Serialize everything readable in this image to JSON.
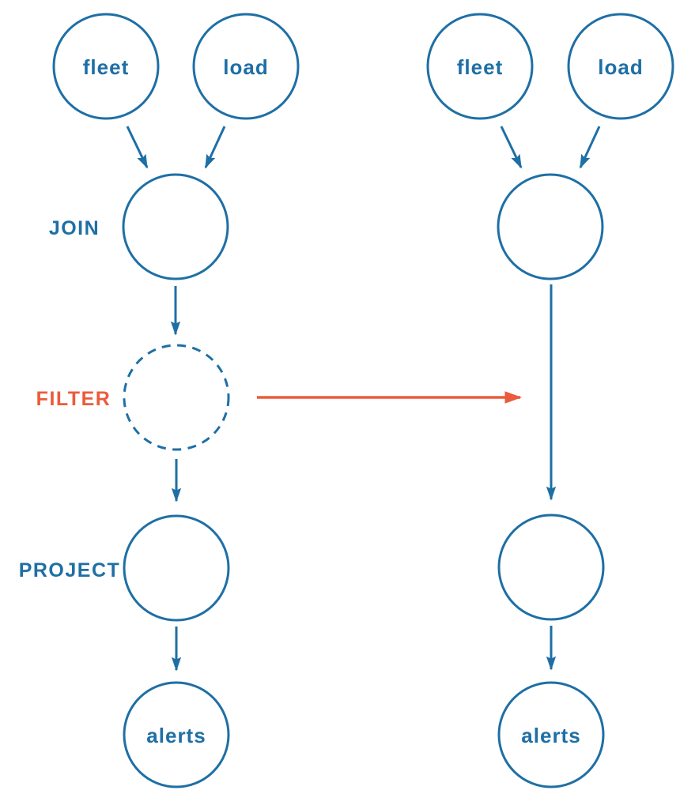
{
  "colors": {
    "blue": "#1e6fa5",
    "orange": "#eb5b3c",
    "background": "#ffffff"
  },
  "diagram": {
    "description": "Two streaming dataflow query plans; orange arrow shows the filtered plan being rewritten without the FILTER operator",
    "left_pipeline": {
      "sources": [
        {
          "label": "fleet"
        },
        {
          "label": "load"
        }
      ],
      "stages": [
        {
          "name": "join",
          "label": "JOIN",
          "style": "solid"
        },
        {
          "name": "filter",
          "label": "FILTER",
          "style": "dashed"
        },
        {
          "name": "project",
          "label": "PROJECT",
          "style": "solid"
        }
      ],
      "sink": {
        "label": "alerts"
      }
    },
    "right_pipeline": {
      "sources": [
        {
          "label": "fleet"
        },
        {
          "label": "load"
        }
      ],
      "stages": [
        {
          "name": "join",
          "label": "",
          "style": "solid"
        },
        {
          "name": "project",
          "label": "",
          "style": "solid"
        }
      ],
      "sink": {
        "label": "alerts"
      }
    },
    "transform_arrow": {
      "name": "plan-rewrite-arrow",
      "color": "#eb5b3c"
    }
  }
}
